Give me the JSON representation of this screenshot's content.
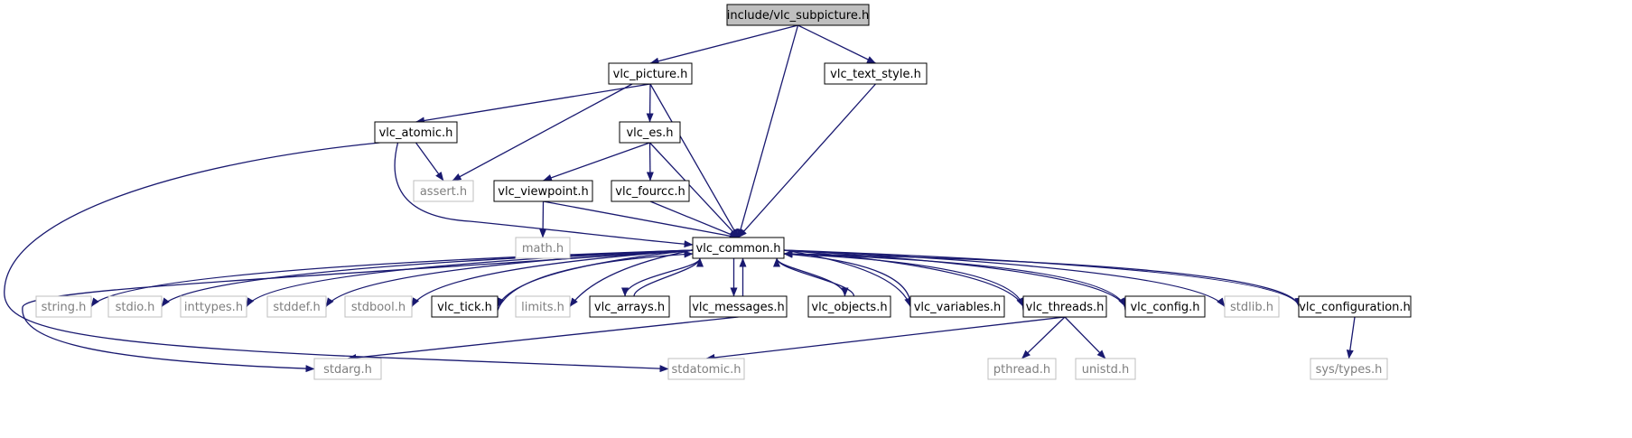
{
  "title": "include/vlc_subpicture.h",
  "colors": {
    "edge": "#191970",
    "focus_fill": "#bfbfbf",
    "documented_border": "#000000",
    "undocumented_border": "#bfbfbf",
    "documented_text": "#000000",
    "undocumented_text": "#7f7f7f"
  },
  "nodes": [
    {
      "id": "subpicture",
      "label": "include/vlc_subpicture.h",
      "kind": "focus",
      "interactable": false
    },
    {
      "id": "picture",
      "label": "vlc_picture.h",
      "kind": "documented",
      "interactable": true
    },
    {
      "id": "text_style",
      "label": "vlc_text_style.h",
      "kind": "documented",
      "interactable": true
    },
    {
      "id": "atomic",
      "label": "vlc_atomic.h",
      "kind": "documented",
      "interactable": true
    },
    {
      "id": "es",
      "label": "vlc_es.h",
      "kind": "documented",
      "interactable": true
    },
    {
      "id": "assert",
      "label": "assert.h",
      "kind": "external",
      "interactable": false
    },
    {
      "id": "viewpoint",
      "label": "vlc_viewpoint.h",
      "kind": "documented",
      "interactable": true
    },
    {
      "id": "fourcc",
      "label": "vlc_fourcc.h",
      "kind": "documented",
      "interactable": true
    },
    {
      "id": "math",
      "label": "math.h",
      "kind": "external",
      "interactable": false
    },
    {
      "id": "common",
      "label": "vlc_common.h",
      "kind": "documented",
      "interactable": true
    },
    {
      "id": "string",
      "label": "string.h",
      "kind": "external",
      "interactable": false
    },
    {
      "id": "stdio",
      "label": "stdio.h",
      "kind": "external",
      "interactable": false
    },
    {
      "id": "inttypes",
      "label": "inttypes.h",
      "kind": "external",
      "interactable": false
    },
    {
      "id": "stddef",
      "label": "stddef.h",
      "kind": "external",
      "interactable": false
    },
    {
      "id": "stdbool",
      "label": "stdbool.h",
      "kind": "external",
      "interactable": false
    },
    {
      "id": "tick",
      "label": "vlc_tick.h",
      "kind": "documented",
      "interactable": true
    },
    {
      "id": "limits",
      "label": "limits.h",
      "kind": "external",
      "interactable": false
    },
    {
      "id": "arrays",
      "label": "vlc_arrays.h",
      "kind": "documented",
      "interactable": true
    },
    {
      "id": "messages",
      "label": "vlc_messages.h",
      "kind": "documented",
      "interactable": true
    },
    {
      "id": "objects",
      "label": "vlc_objects.h",
      "kind": "documented",
      "interactable": true
    },
    {
      "id": "variables",
      "label": "vlc_variables.h",
      "kind": "documented",
      "interactable": true
    },
    {
      "id": "threads",
      "label": "vlc_threads.h",
      "kind": "documented",
      "interactable": true
    },
    {
      "id": "config",
      "label": "vlc_config.h",
      "kind": "documented",
      "interactable": true
    },
    {
      "id": "stdlib",
      "label": "stdlib.h",
      "kind": "external",
      "interactable": false
    },
    {
      "id": "configuration",
      "label": "vlc_configuration.h",
      "kind": "documented",
      "interactable": true
    },
    {
      "id": "stdarg",
      "label": "stdarg.h",
      "kind": "external",
      "interactable": false
    },
    {
      "id": "stdatomic",
      "label": "stdatomic.h",
      "kind": "external",
      "interactable": false
    },
    {
      "id": "pthread",
      "label": "pthread.h",
      "kind": "external",
      "interactable": false
    },
    {
      "id": "unistd",
      "label": "unistd.h",
      "kind": "external",
      "interactable": false
    },
    {
      "id": "systypes",
      "label": "sys/types.h",
      "kind": "external",
      "interactable": false
    }
  ],
  "edges": [
    [
      "subpicture",
      "picture"
    ],
    [
      "subpicture",
      "common"
    ],
    [
      "subpicture",
      "text_style"
    ],
    [
      "picture",
      "atomic"
    ],
    [
      "picture",
      "assert"
    ],
    [
      "picture",
      "es"
    ],
    [
      "picture",
      "common"
    ],
    [
      "atomic",
      "assert"
    ],
    [
      "atomic",
      "common"
    ],
    [
      "atomic",
      "stdatomic"
    ],
    [
      "es",
      "viewpoint"
    ],
    [
      "es",
      "fourcc"
    ],
    [
      "es",
      "common"
    ],
    [
      "viewpoint",
      "math"
    ],
    [
      "viewpoint",
      "common"
    ],
    [
      "fourcc",
      "common"
    ],
    [
      "text_style",
      "common"
    ],
    [
      "common",
      "stdarg"
    ],
    [
      "common",
      "string"
    ],
    [
      "common",
      "stdio"
    ],
    [
      "common",
      "inttypes"
    ],
    [
      "common",
      "stddef"
    ],
    [
      "common",
      "stdbool"
    ],
    [
      "common",
      "tick"
    ],
    [
      "common",
      "limits"
    ],
    [
      "common",
      "arrays"
    ],
    [
      "common",
      "messages"
    ],
    [
      "common",
      "objects"
    ],
    [
      "common",
      "variables"
    ],
    [
      "common",
      "threads"
    ],
    [
      "common",
      "config"
    ],
    [
      "common",
      "stdlib"
    ],
    [
      "common",
      "configuration"
    ],
    [
      "tick",
      "common"
    ],
    [
      "arrays",
      "common"
    ],
    [
      "messages",
      "common"
    ],
    [
      "messages",
      "stdarg"
    ],
    [
      "objects",
      "common"
    ],
    [
      "variables",
      "common"
    ],
    [
      "threads",
      "common"
    ],
    [
      "threads",
      "stdatomic"
    ],
    [
      "threads",
      "pthread"
    ],
    [
      "threads",
      "unistd"
    ],
    [
      "config",
      "common"
    ],
    [
      "configuration",
      "common"
    ],
    [
      "configuration",
      "systypes"
    ]
  ]
}
